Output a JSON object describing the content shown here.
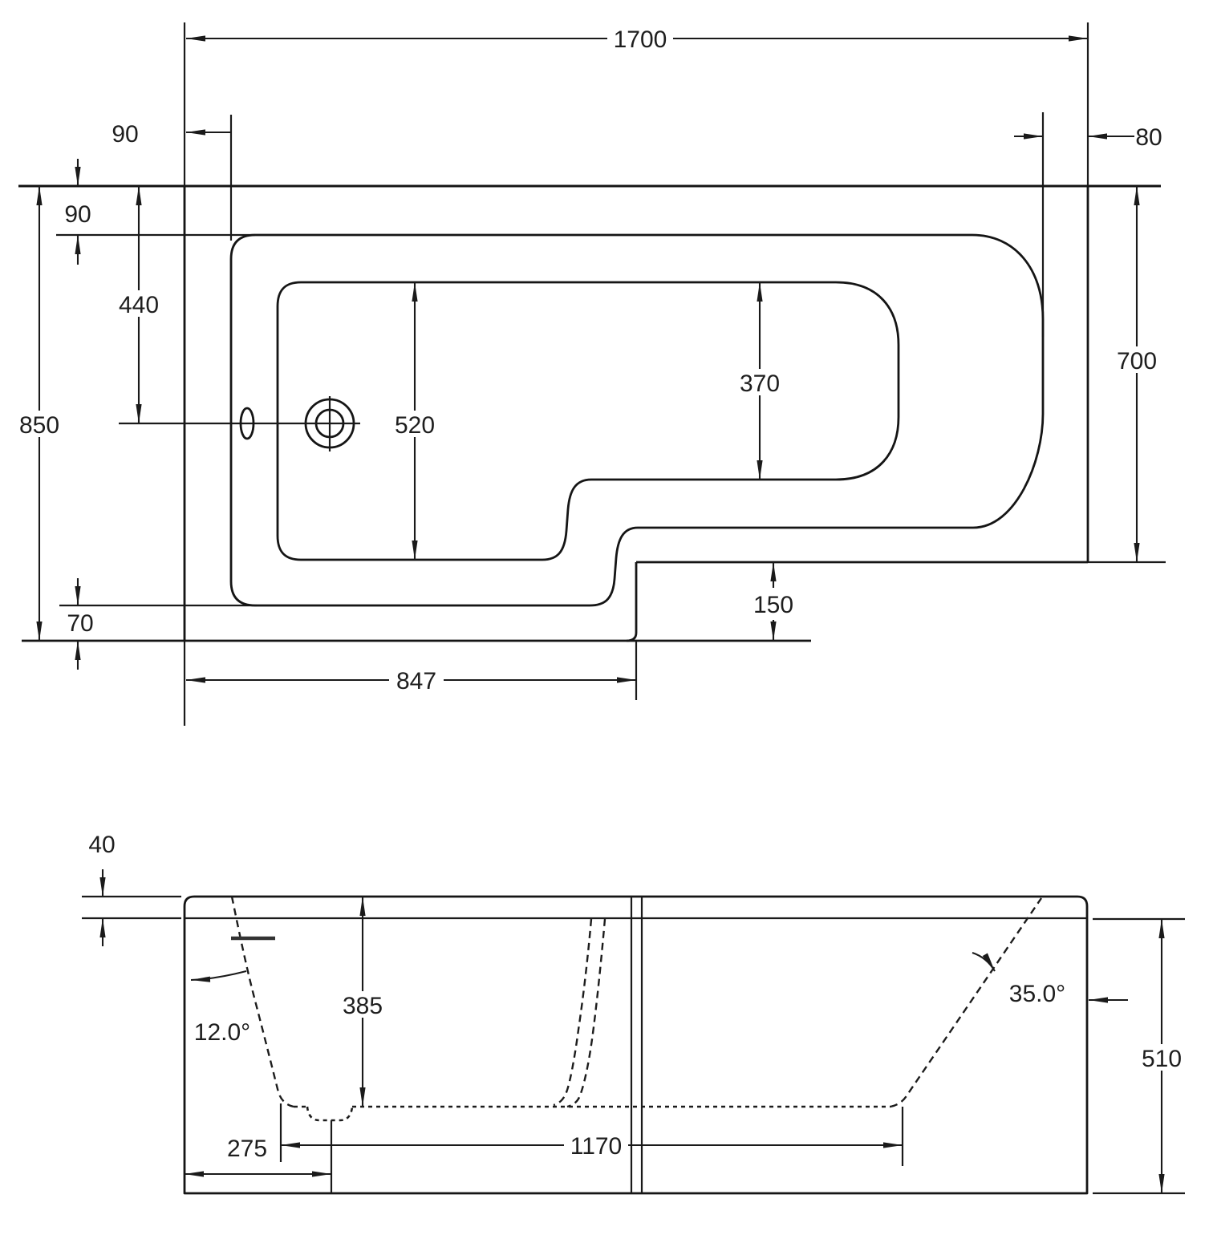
{
  "drawing": {
    "type": "bath-technical-drawing",
    "units": "mm",
    "line_color": "#1a1a1a",
    "background_color": "#ffffff"
  },
  "plan": {
    "length_overall": "1700",
    "rim_left": "90",
    "rim_top": "90",
    "rim_right": "80",
    "rim_bottom": "70",
    "width_overall": "850",
    "width_bath_end": "700",
    "drain_center_from_wall": "440",
    "well_width_shower_end": "520",
    "well_width_bath_end": "370",
    "step_offset": "150",
    "shower_section_length": "847"
  },
  "elevation": {
    "rim_thickness": "40",
    "internal_depth": "385",
    "head_slope_angle": "12.0°",
    "foot_slope_angle": "35.0°",
    "body_height": "510",
    "waste_center_from_end": "275",
    "flat_base_length": "1170"
  }
}
